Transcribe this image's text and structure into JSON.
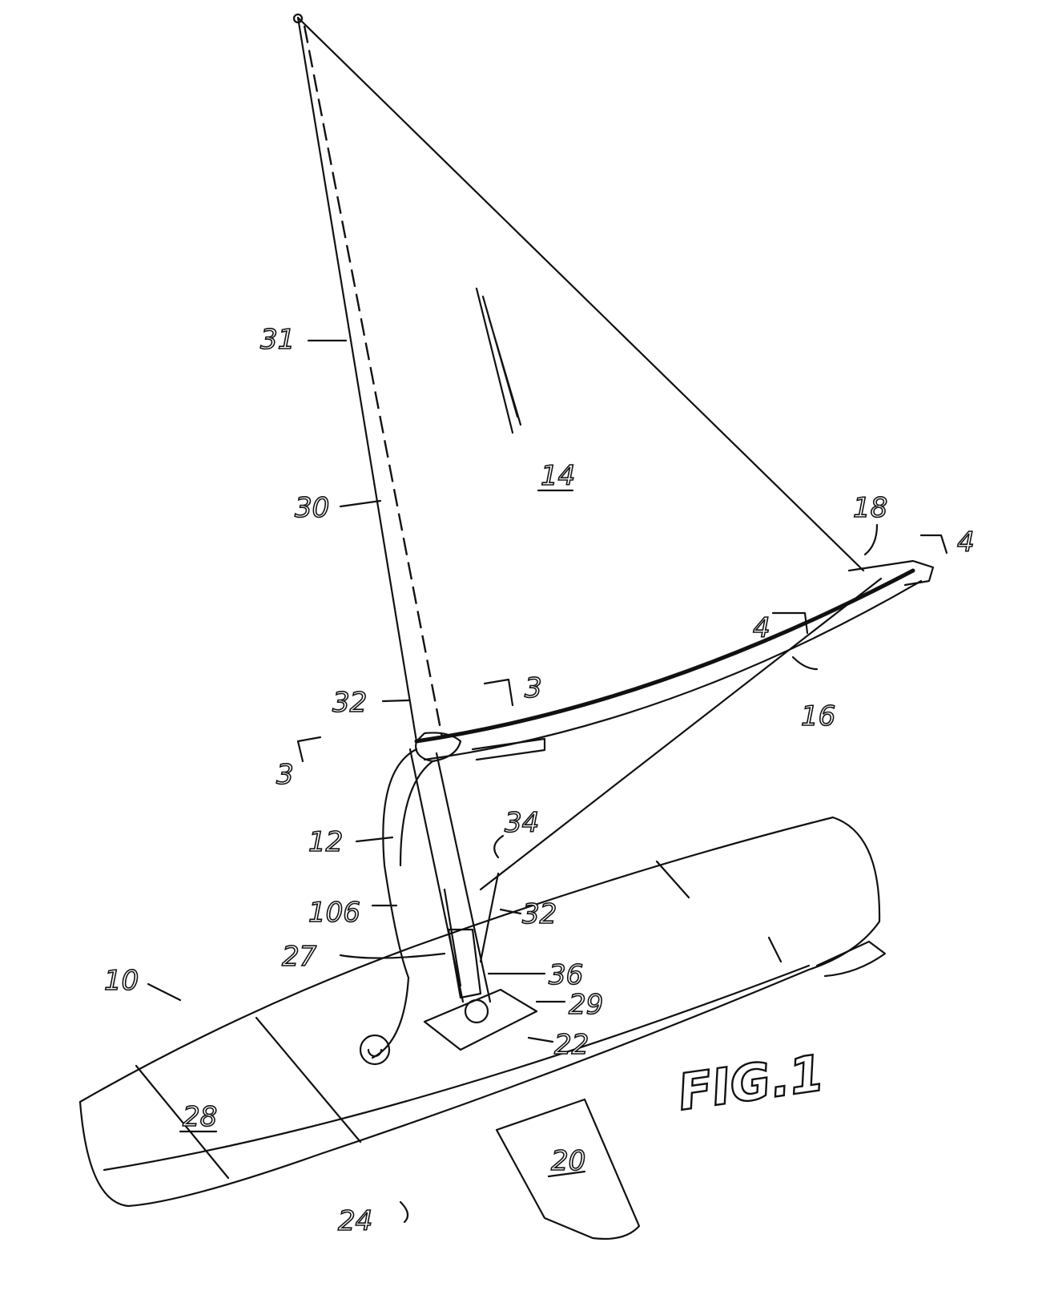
{
  "figure_title": "FIG.1",
  "labels": {
    "l31": "31",
    "l30": "30",
    "l14": "14",
    "l18": "18",
    "l4a": "4",
    "l4b": "4",
    "l16": "16",
    "l3a": "3",
    "l32a": "32",
    "l3b": "3",
    "l12": "12",
    "l34": "34",
    "l106": "106",
    "l32b": "32",
    "l27": "27",
    "l36": "36",
    "l29": "29",
    "l22": "22",
    "l10": "10",
    "l28": "28",
    "l20": "20",
    "l24": "24"
  }
}
